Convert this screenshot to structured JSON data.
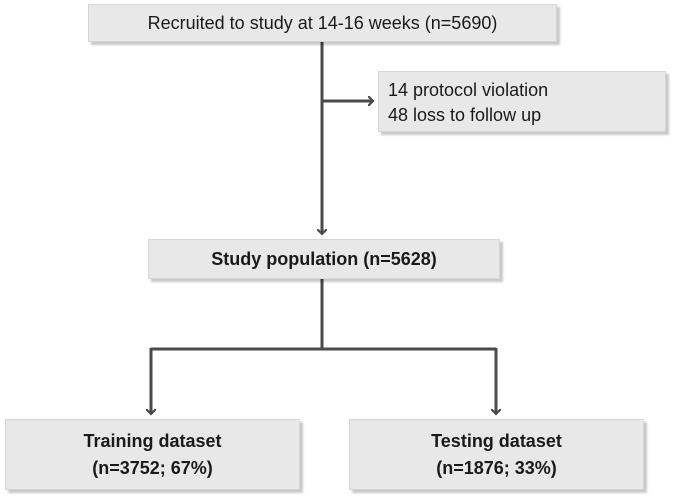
{
  "nodes": {
    "recruited": {
      "label": "Recruited to study at 14-16 weeks (n=5690)"
    },
    "exclusions": {
      "line1": "14 protocol violation",
      "line2": "48 loss to follow up"
    },
    "population": {
      "label": "Study population (n=5628)"
    },
    "training": {
      "line1": "Training dataset",
      "line2": "(n=3752; 67%)"
    },
    "testing": {
      "line1": "Testing dataset",
      "line2": "(n=1876; 33%)"
    }
  },
  "colors": {
    "box_fill": "#e8e8e8",
    "connector": "#4a4a4a"
  }
}
